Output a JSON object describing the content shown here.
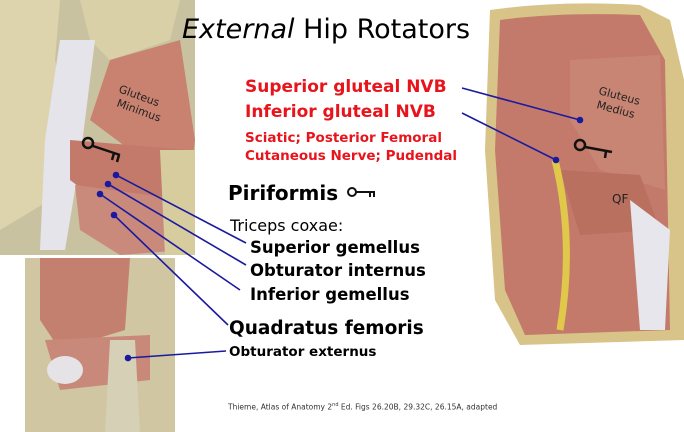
{
  "title": {
    "italic": "External",
    "rest": " Hip Rotators"
  },
  "nvb_labels": [
    "Superior gluteal NVB",
    "Inferior gluteal NVB"
  ],
  "nerve_labels": [
    "Sciatic; Posterior Femoral",
    "Cutaneous Nerve; Pudendal"
  ],
  "piriformis": "Piriformis",
  "triceps_heading": "Triceps coxae:",
  "triceps_items": [
    "Superior gemellus",
    "Obturator internus",
    "Inferior gemellus"
  ],
  "quadratus": "Quadratus femoris",
  "obturator_externus": "Obturator externus",
  "image_labels": {
    "left_muscle": "Gluteus Minimus",
    "right_muscle": "Gluteus Medius",
    "right_qf": "QF"
  },
  "citation": {
    "pre": "Thieme,  Atlas of Anatomy  2",
    "sup": "nd",
    "post": " Ed. Figs 26.20B,  29.32C,  26.15A,  adapted"
  },
  "colors": {
    "label_red": "#e8141c",
    "pointer_blue": "#1a1aa0",
    "muscle": "#c9877a",
    "bone": "#d8d0a8"
  }
}
